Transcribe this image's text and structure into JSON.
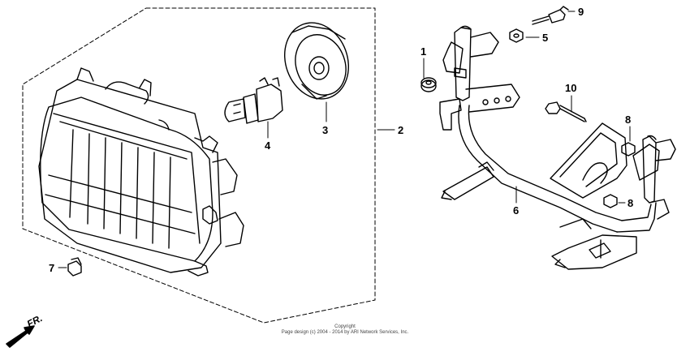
{
  "callouts": {
    "c1": "1",
    "c2": "2",
    "c3": "3",
    "c4": "4",
    "c5": "5",
    "c6": "6",
    "c7": "7",
    "c8a": "8",
    "c8b": "8",
    "c9": "9",
    "c10": "10"
  },
  "direction": "FR.",
  "copyright": {
    "line1": "Copyright",
    "line2": "Page design (c) 2004 - 2014 by ARI Network Services, Inc."
  }
}
